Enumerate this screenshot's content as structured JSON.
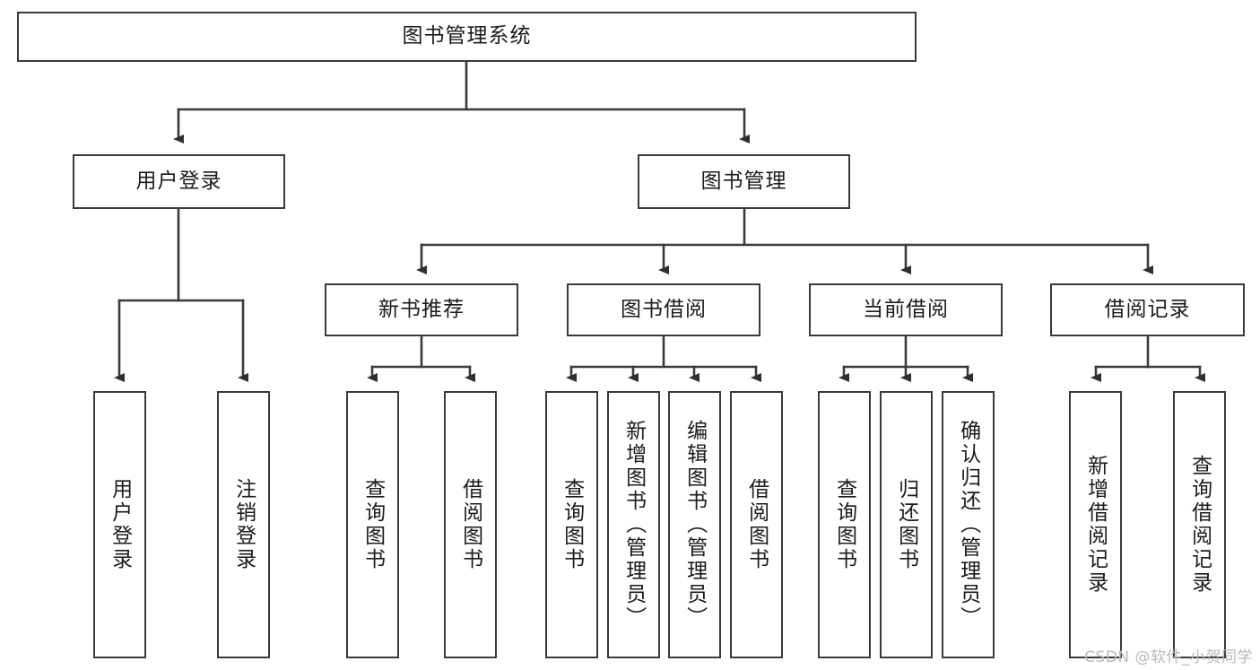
{
  "diagram": {
    "title": "图书管理系统",
    "type": "tree",
    "colors": {
      "box_border": "#3a3a3a",
      "box_fill": "#ffffff",
      "line": "#3a3a3a",
      "text": "#1b1b1b",
      "watermark": "#b9b9b9"
    },
    "root": {
      "label": "图书管理系统"
    },
    "level2": [
      {
        "label": "用户登录"
      },
      {
        "label": "图书管理"
      }
    ],
    "level3": [
      {
        "label": "新书推荐"
      },
      {
        "label": "图书借阅"
      },
      {
        "label": "当前借阅"
      },
      {
        "label": "借阅记录"
      }
    ],
    "leaves": {
      "user_login": [
        {
          "label": "用户登录"
        },
        {
          "label": "注销登录"
        }
      ],
      "new_book_recommend": [
        {
          "label": "查询图书"
        },
        {
          "label": "借阅图书"
        }
      ],
      "book_borrow": [
        {
          "label": "查询图书"
        },
        {
          "label": "新增图书（管理员）"
        },
        {
          "label": "编辑图书（管理员）"
        },
        {
          "label": "借阅图书"
        }
      ],
      "current_borrow": [
        {
          "label": "查询图书"
        },
        {
          "label": "归还图书"
        },
        {
          "label": "确认归还（管理员）"
        }
      ],
      "borrow_record": [
        {
          "label": "新增借阅记录"
        },
        {
          "label": "查询借阅记录"
        }
      ]
    },
    "watermark": "CSDN @软件_小贺同学"
  }
}
